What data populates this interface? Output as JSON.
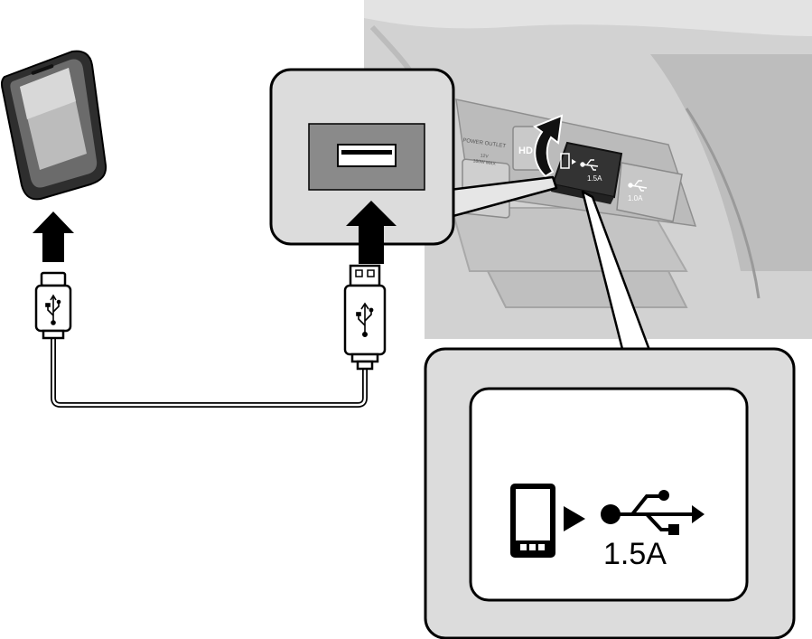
{
  "illustration": {
    "dashboard_port_labels": {
      "power_outlet": "POWER OUTLET",
      "power_outlet_voltage": "12V",
      "power_outlet_watts": "180W MAX",
      "hdmi": "HD",
      "left_usb_rating": "1.5A",
      "right_usb_rating": "1.0A"
    },
    "callout": {
      "usb_rating": "1.5A",
      "icons": [
        "phone-icon",
        "play-triangle-icon",
        "usb-symbol-icon"
      ]
    },
    "arrows": [
      "up-arrow-to-phone",
      "up-arrow-to-port",
      "rotate-cover-arrow"
    ],
    "colors": {
      "line": "#000000",
      "panel_fill": "#dcdcdc",
      "port_fill": "#8a8a8a",
      "dashboard_bg": "#cfcfcf",
      "port_cover": "#3a3a3a"
    }
  }
}
